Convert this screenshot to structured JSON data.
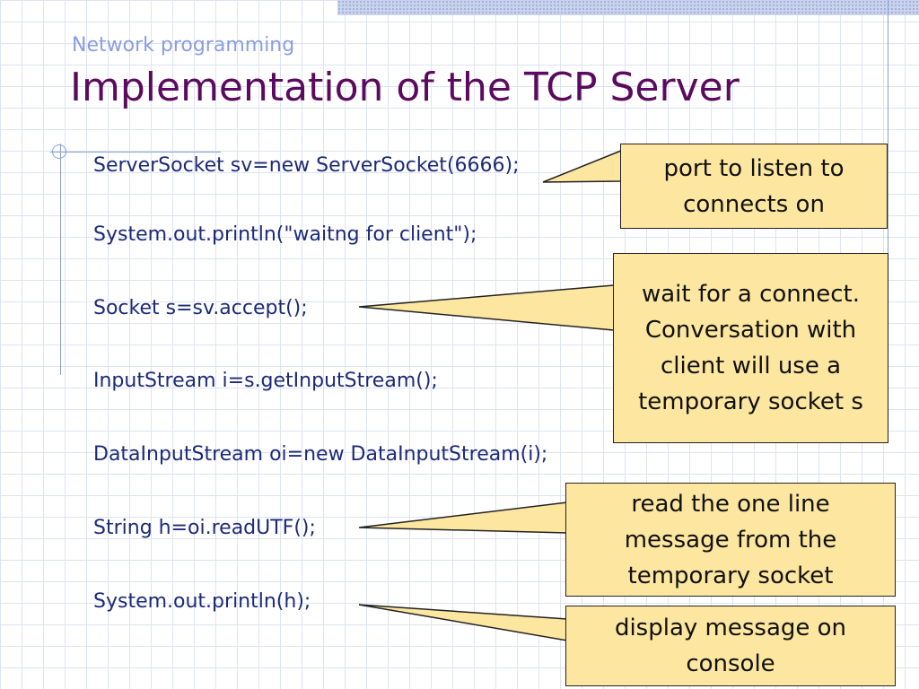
{
  "slide": {
    "subtitle": "Network programming",
    "title": "Implementation of the TCP Server"
  },
  "code_lines": [
    "ServerSocket sv=new ServerSocket(6666);",
    "System.out.println(\"waitng for client\");",
    "Socket s=sv.accept();",
    "InputStream i=s.getInputStream();",
    "DataInputStream oi=new DataInputStream(i);",
    "String h=oi.readUTF();",
    "System.out.println(h);"
  ],
  "callouts": [
    "port to listen to connects on",
    "wait for a connect. Conversation with client will use a temporary socket s",
    "read the one line message from the temporary socket",
    "display message on console"
  ],
  "colors": {
    "title": "#5b0a5f",
    "subtitle": "#8b9de0",
    "code": "#1c2a78",
    "callout_fill": "#fce6a0",
    "grid": "#dde3f1"
  }
}
